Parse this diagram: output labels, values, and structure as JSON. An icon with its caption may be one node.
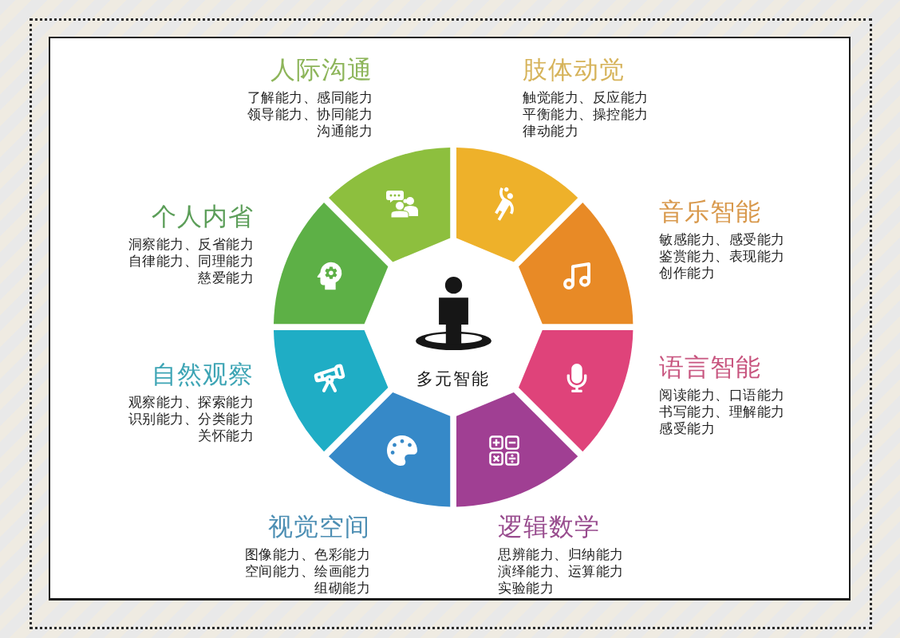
{
  "diagram": {
    "nodes": [
      {
        "text": [
          "人际沟通",
          "了解能力、感同能力领导能力、协同能力沟通能力"
        ]
      },
      {
        "text": [
          "肢体动觉",
          "触觉能力、反应能力平衡能力、操控能力律动能力"
        ]
      },
      {
        "text": [
          "个人内省",
          "洞察能力、反省能力自律能力、同理能力慈爱能力"
        ]
      },
      {
        "text": [
          "音乐智能",
          "敏感能力、感受能力鉴赏能力、表现能力创作能力"
        ]
      },
      {
        "text": [
          "多元智能"
        ]
      },
      {
        "text": [
          "自然观察",
          "观察能力、探索能力识别能力、分类能力关怀能力"
        ]
      },
      {
        "text": [
          "语言智能",
          "阅读能力、口语能力书写能力、理解能力感受能力"
        ]
      },
      {
        "text": [
          "视觉空间",
          "图像能力、色彩能力空间能力、绘画能力组砌能力"
        ]
      },
      {
        "text": [
          "逻辑数学",
          "思辨能力、归纳能力演绎能力、运算能力实验能力"
        ]
      }
    ]
  }
}
